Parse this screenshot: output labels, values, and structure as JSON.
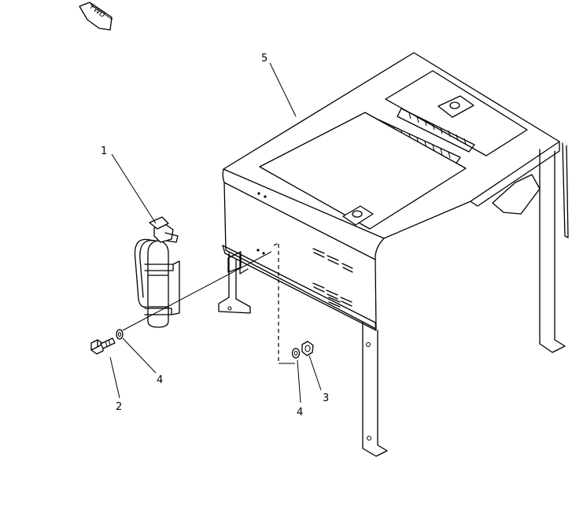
{
  "direction_indicator": {
    "label": "FWD",
    "icon": "forward-arrow-icon"
  },
  "callouts": [
    {
      "number": "1",
      "part": "fire-extinguisher"
    },
    {
      "number": "2",
      "part": "bolt"
    },
    {
      "number": "3",
      "part": "nut"
    },
    {
      "number": "4",
      "part": "washer"
    },
    {
      "number": "4",
      "part": "washer"
    },
    {
      "number": "5",
      "part": "canopy-cover"
    }
  ]
}
